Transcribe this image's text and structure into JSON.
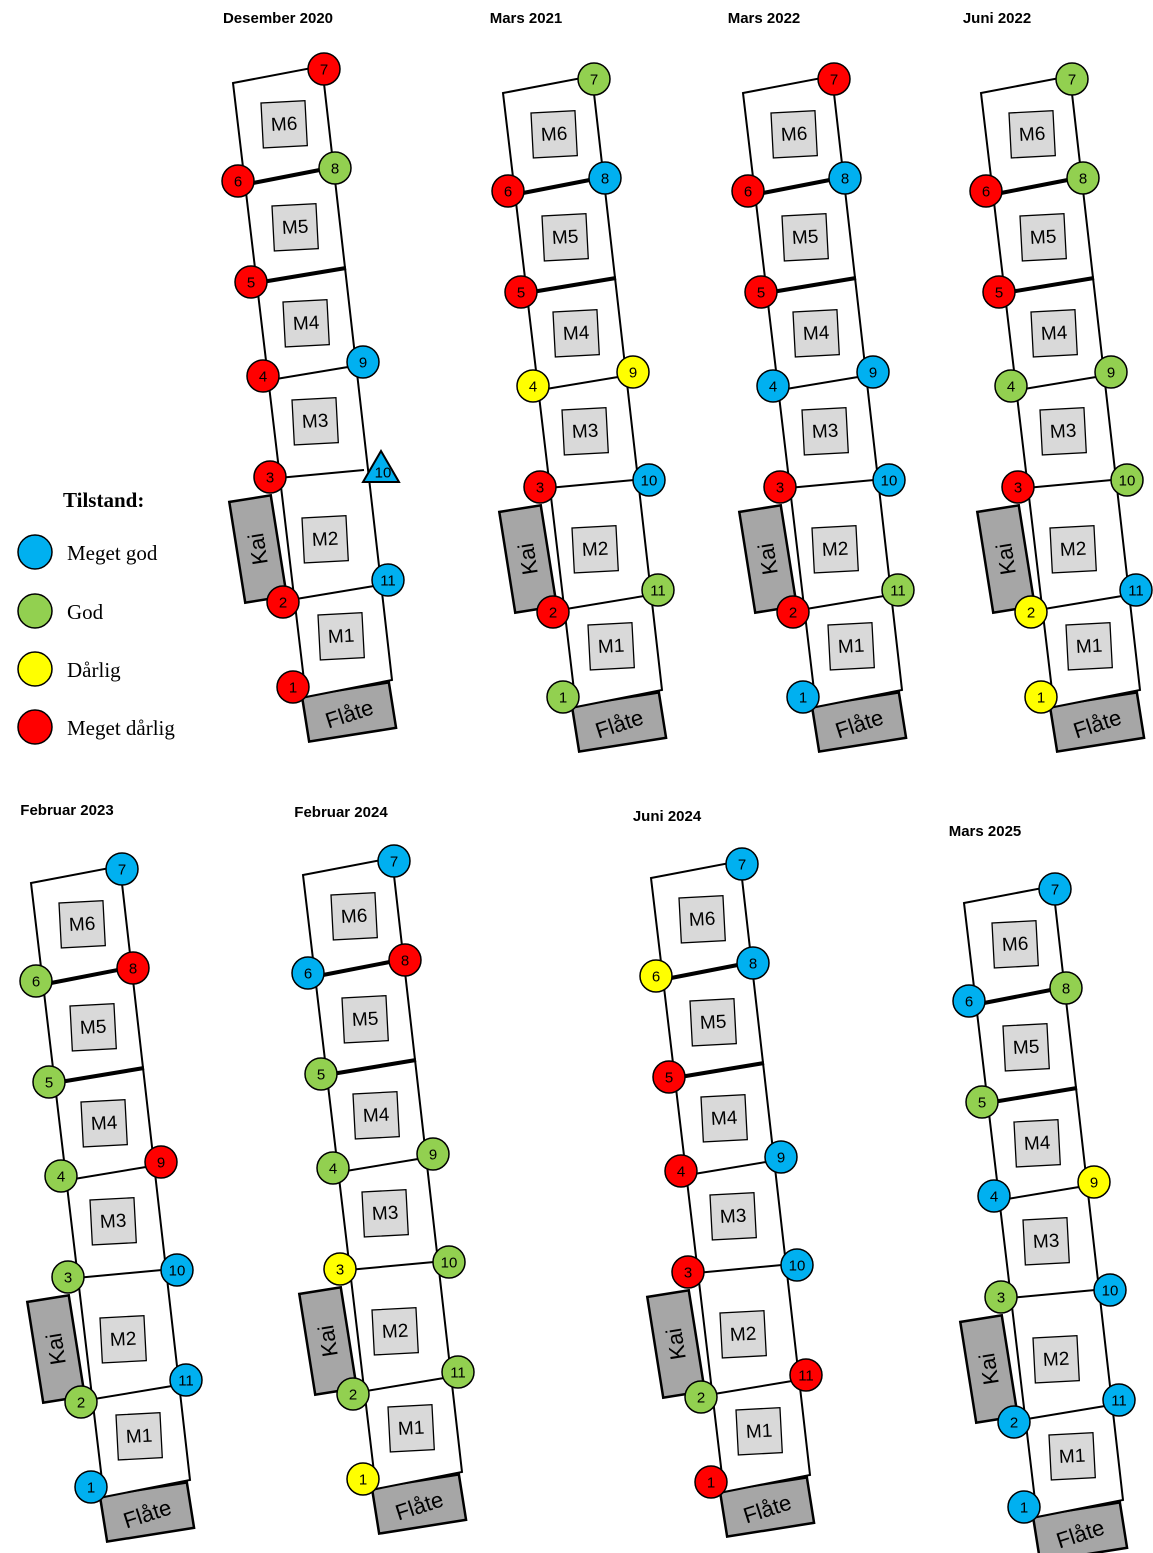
{
  "colors": {
    "meget_god": "#00b0f0",
    "god": "#92d050",
    "darlig": "#ffff00",
    "meget_darlig": "#ff0000",
    "fixture_fill": "#a6a6a6",
    "module_fill": "#d9d9d9"
  },
  "legend": {
    "title": "Tilstand:",
    "items": [
      {
        "key": "meget_god",
        "label": "Meget god"
      },
      {
        "key": "god",
        "label": "God"
      },
      {
        "key": "darlig",
        "label": "Dårlig"
      },
      {
        "key": "meget_darlig",
        "label": "Meget dårlig"
      }
    ]
  },
  "modules": [
    "M1",
    "M2",
    "M3",
    "M4",
    "M5",
    "M6"
  ],
  "fixtures": {
    "kai": "Kai",
    "flate": "Flåte"
  },
  "point_labels": [
    "1",
    "2",
    "3",
    "4",
    "5",
    "6",
    "7",
    "8",
    "9",
    "10",
    "11"
  ],
  "panels": [
    {
      "title": "Desember 2020",
      "special_triangle_point": "10",
      "states": {
        "1": "meget_darlig",
        "2": "meget_darlig",
        "3": "meget_darlig",
        "4": "meget_darlig",
        "5": "meget_darlig",
        "6": "meget_darlig",
        "7": "meget_darlig",
        "8": "god",
        "9": "meget_god",
        "10": "meget_god",
        "11": "meget_god"
      }
    },
    {
      "title": "Mars 2021",
      "states": {
        "1": "god",
        "2": "meget_darlig",
        "3": "meget_darlig",
        "4": "darlig",
        "5": "meget_darlig",
        "6": "meget_darlig",
        "7": "god",
        "8": "meget_god",
        "9": "darlig",
        "10": "meget_god",
        "11": "god"
      }
    },
    {
      "title": "Mars 2022",
      "states": {
        "1": "meget_god",
        "2": "meget_darlig",
        "3": "meget_darlig",
        "4": "meget_god",
        "5": "meget_darlig",
        "6": "meget_darlig",
        "7": "meget_darlig",
        "8": "meget_god",
        "9": "meget_god",
        "10": "meget_god",
        "11": "god"
      }
    },
    {
      "title": "Juni 2022",
      "states": {
        "1": "darlig",
        "2": "darlig",
        "3": "meget_darlig",
        "4": "god",
        "5": "meget_darlig",
        "6": "meget_darlig",
        "7": "god",
        "8": "god",
        "9": "god",
        "10": "god",
        "11": "meget_god"
      }
    },
    {
      "title": "Februar 2023",
      "states": {
        "1": "meget_god",
        "2": "god",
        "3": "god",
        "4": "god",
        "5": "god",
        "6": "god",
        "7": "meget_god",
        "8": "meget_darlig",
        "9": "meget_darlig",
        "10": "meget_god",
        "11": "meget_god"
      }
    },
    {
      "title": "Februar 2024",
      "states": {
        "1": "darlig",
        "2": "god",
        "3": "darlig",
        "4": "god",
        "5": "god",
        "6": "meget_god",
        "7": "meget_god",
        "8": "meget_darlig",
        "9": "god",
        "10": "god",
        "11": "god"
      }
    },
    {
      "title": "Juni 2024",
      "states": {
        "1": "meget_darlig",
        "2": "god",
        "3": "meget_darlig",
        "4": "meget_darlig",
        "5": "meget_darlig",
        "6": "darlig",
        "7": "meget_god",
        "8": "meget_god",
        "9": "meget_god",
        "10": "meget_god",
        "11": "meget_darlig"
      }
    },
    {
      "title": "Mars 2025",
      "states": {
        "1": "meget_god",
        "2": "meget_god",
        "3": "god",
        "4": "meget_god",
        "5": "god",
        "6": "meget_god",
        "7": "meget_god",
        "8": "god",
        "9": "darlig",
        "10": "meget_god",
        "11": "meget_god"
      }
    }
  ]
}
